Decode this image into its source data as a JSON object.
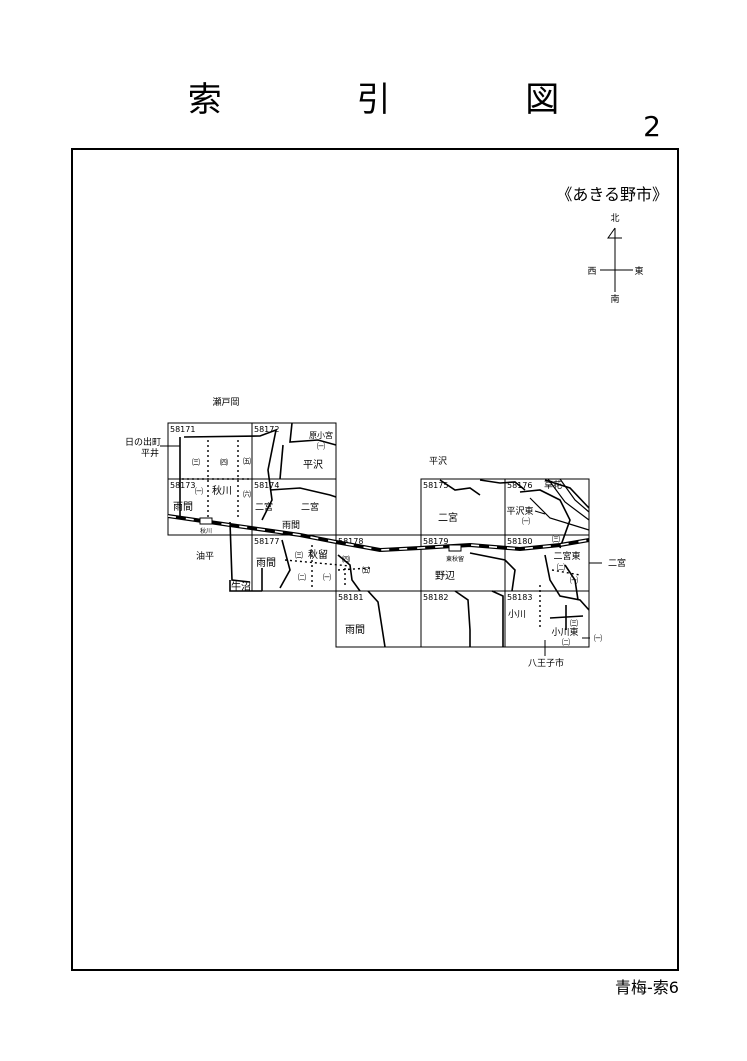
{
  "page": {
    "title": "索 引 図",
    "page_number": "2",
    "city_label": "《あきる野市》",
    "footer": "青梅-索6"
  },
  "compass": {
    "north": "北",
    "south": "南",
    "east": "東",
    "west": "西"
  },
  "sheets": [
    {
      "id": "58171"
    },
    {
      "id": "58172"
    },
    {
      "id": "58173"
    },
    {
      "id": "58174"
    },
    {
      "id": "58175"
    },
    {
      "id": "58176"
    },
    {
      "id": "58177"
    },
    {
      "id": "58178"
    },
    {
      "id": "58179"
    },
    {
      "id": "58180"
    },
    {
      "id": "58181"
    },
    {
      "id": "58182"
    },
    {
      "id": "58183"
    }
  ],
  "places": {
    "setookai": "瀬戸岡",
    "hinodemachi_hirai": "日の出町平井",
    "haraomiya_1": "原小宮",
    "hirasawa_top": "平沢",
    "hirasawa_mid": "平沢",
    "kusahana": "草花",
    "hirasawa_higashi": "平沢東",
    "ninomiya_a": "二宮",
    "ninomiya_b": "二宮",
    "ninomiya_c": "二宮",
    "ninomiya_d": "二宮",
    "ninomiya_higashi": "二宮東",
    "amema_a": "雨間",
    "amema_b": "雨間",
    "amema_c": "雨間",
    "amema_d": "雨間",
    "akigawa": "秋川",
    "akigawa_station": "秋川",
    "aburahira": "油平",
    "ushinuma": "牛沼",
    "akiru": "秋留",
    "higashi_akiru": "東秋留",
    "nobe": "野辺",
    "ogawa": "小川",
    "ogawa_higashi": "小川東",
    "hachioji": "八王子市"
  },
  "chome": {
    "c3": "㈢",
    "c4": "㈣",
    "c5": "㈤",
    "c1": "㈠",
    "c6": "㈥",
    "c2": "㈡"
  },
  "colors": {
    "line": "#000000",
    "background": "#ffffff"
  }
}
